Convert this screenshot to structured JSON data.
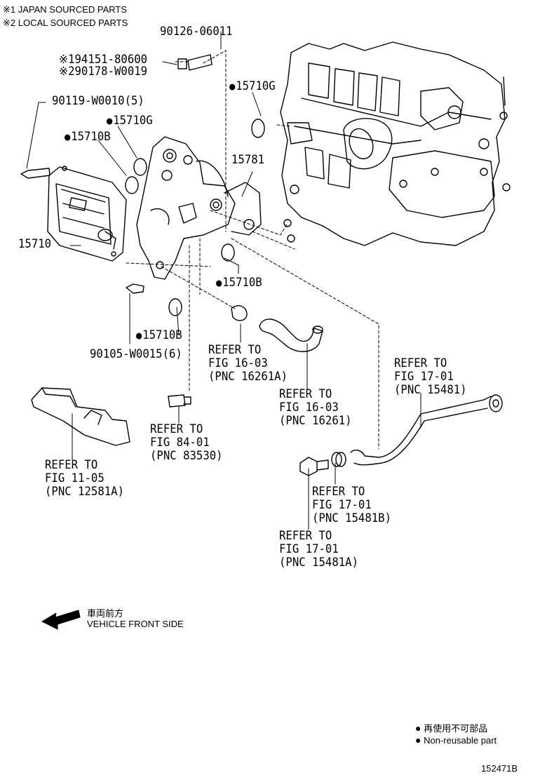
{
  "notes": {
    "note1": "※1 JAPAN SOURCED PARTS",
    "note2": "※2 LOCAL SOURCED PARTS"
  },
  "parts": {
    "p90126": "90126-06011",
    "p94151": "※194151-80600",
    "p90178": "※290178-W0019",
    "p90119": "90119-W0010(5)",
    "p15710g_top": "15710G",
    "p15710g_left": "15710G",
    "p15710b_left": "15710B",
    "p15781": "15781",
    "p15710": "15710",
    "p15710b_right": "15710B",
    "p15710b_bottom": "15710B",
    "p90105": "90105-W0015(6)"
  },
  "references": {
    "r16261a": [
      "REFER TO",
      "FIG 16-03",
      "(PNC 16261A)"
    ],
    "r16261": [
      "REFER TO",
      "FIG 16-03",
      "(PNC 16261)"
    ],
    "r15481": [
      "REFER TO",
      "FIG 17-01",
      "(PNC 15481)"
    ],
    "r83530": [
      "REFER TO",
      "FIG 84-01",
      "(PNC 83530)"
    ],
    "r12581a": [
      "REFER TO",
      "FIG 11-05",
      "(PNC 12581A)"
    ],
    "r15481b": [
      "REFER TO",
      "FIG 17-01",
      "(PNC 15481B)"
    ],
    "r15481a": [
      "REFER TO",
      "FIG 17-01",
      "(PNC 15481A)"
    ]
  },
  "direction": {
    "jp": "車両前方",
    "en": "VEHICLE FRONT SIDE"
  },
  "legend": {
    "jp": "再使用不可部品",
    "en": "Non-reusable part"
  },
  "figure_id": "152471B"
}
